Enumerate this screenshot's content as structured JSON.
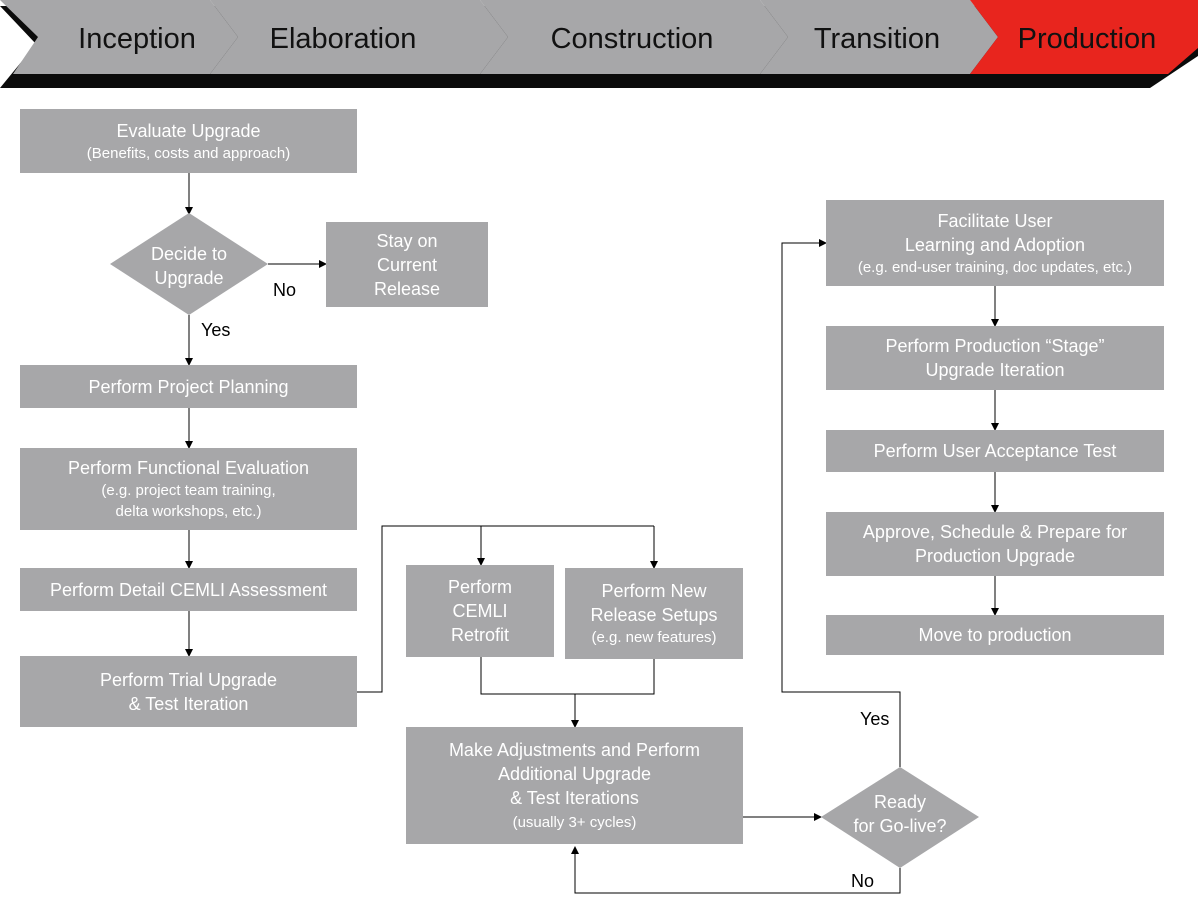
{
  "phases": [
    "Inception",
    "Elaboration",
    "Construction",
    "Transition",
    "Production"
  ],
  "colors": {
    "phase_gray": "#a7a7a9",
    "phase_active": "#e8251e",
    "box_gray": "#a7a7a9",
    "dark_band": "#0b0b0b"
  },
  "steps": {
    "evaluate_upgrade": {
      "title": "Evaluate Upgrade",
      "sub": "(Benefits, costs and approach)"
    },
    "stay_current": {
      "line1": "Stay on",
      "line2": "Current",
      "line3": "Release"
    },
    "project_planning": {
      "title": "Perform Project Planning"
    },
    "functional_evaluation": {
      "title": "Perform Functional Evaluation",
      "sub1": "(e.g. project team training,",
      "sub2": "delta workshops, etc.)"
    },
    "cemli_assessment": {
      "title": "Perform Detail CEMLI Assessment"
    },
    "trial_upgrade": {
      "line1": "Perform Trial Upgrade",
      "line2": "& Test Iteration"
    },
    "cemli_retrofit": {
      "line1": "Perform",
      "line2": "CEMLI",
      "line3": "Retrofit"
    },
    "new_release_setups": {
      "line1": "Perform New",
      "line2": "Release Setups",
      "sub": "(e.g. new features)"
    },
    "adjustments": {
      "line1": "Make Adjustments and Perform",
      "line2": "Additional Upgrade",
      "line3": "& Test Iterations",
      "sub": "(usually 3+ cycles)"
    },
    "user_learning": {
      "line1": "Facilitate User",
      "line2": "Learning and Adoption",
      "sub": "(e.g. end-user training, doc updates, etc.)"
    },
    "stage_iteration": {
      "line1": "Perform Production “Stage”",
      "line2": "Upgrade Iteration"
    },
    "user_acceptance": {
      "title": "Perform User Acceptance Test"
    },
    "approve_schedule": {
      "line1": "Approve, Schedule & Prepare for",
      "line2": "Production Upgrade"
    },
    "move_production": {
      "title": "Move to production"
    }
  },
  "decisions": {
    "decide_upgrade": {
      "line1": "Decide to",
      "line2": "Upgrade"
    },
    "ready_golive": {
      "line1": "Ready",
      "line2": "for Go-live?"
    }
  },
  "labels": {
    "yes": "Yes",
    "no": "No"
  }
}
